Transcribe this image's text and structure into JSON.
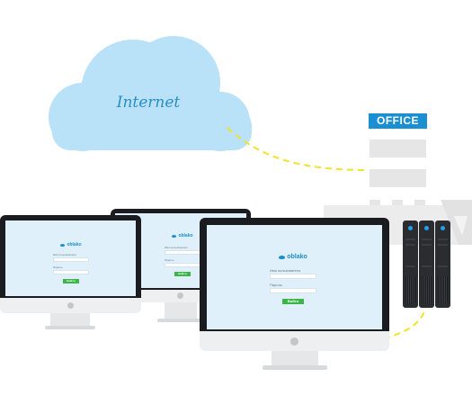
{
  "cloud": {
    "label": "Internet"
  },
  "office": {
    "label": "OFFICE"
  },
  "login_screen": {
    "brand": "oblako",
    "login_label": "Имя пользователя",
    "password_label": "Пароль",
    "button_label": "Войти"
  },
  "colors": {
    "cloud": "#b9e1f8",
    "office_badge": "#1a8fd1",
    "connection_line": "#f2e22a",
    "server": "#2b2c30",
    "login_button": "#3cb649"
  }
}
